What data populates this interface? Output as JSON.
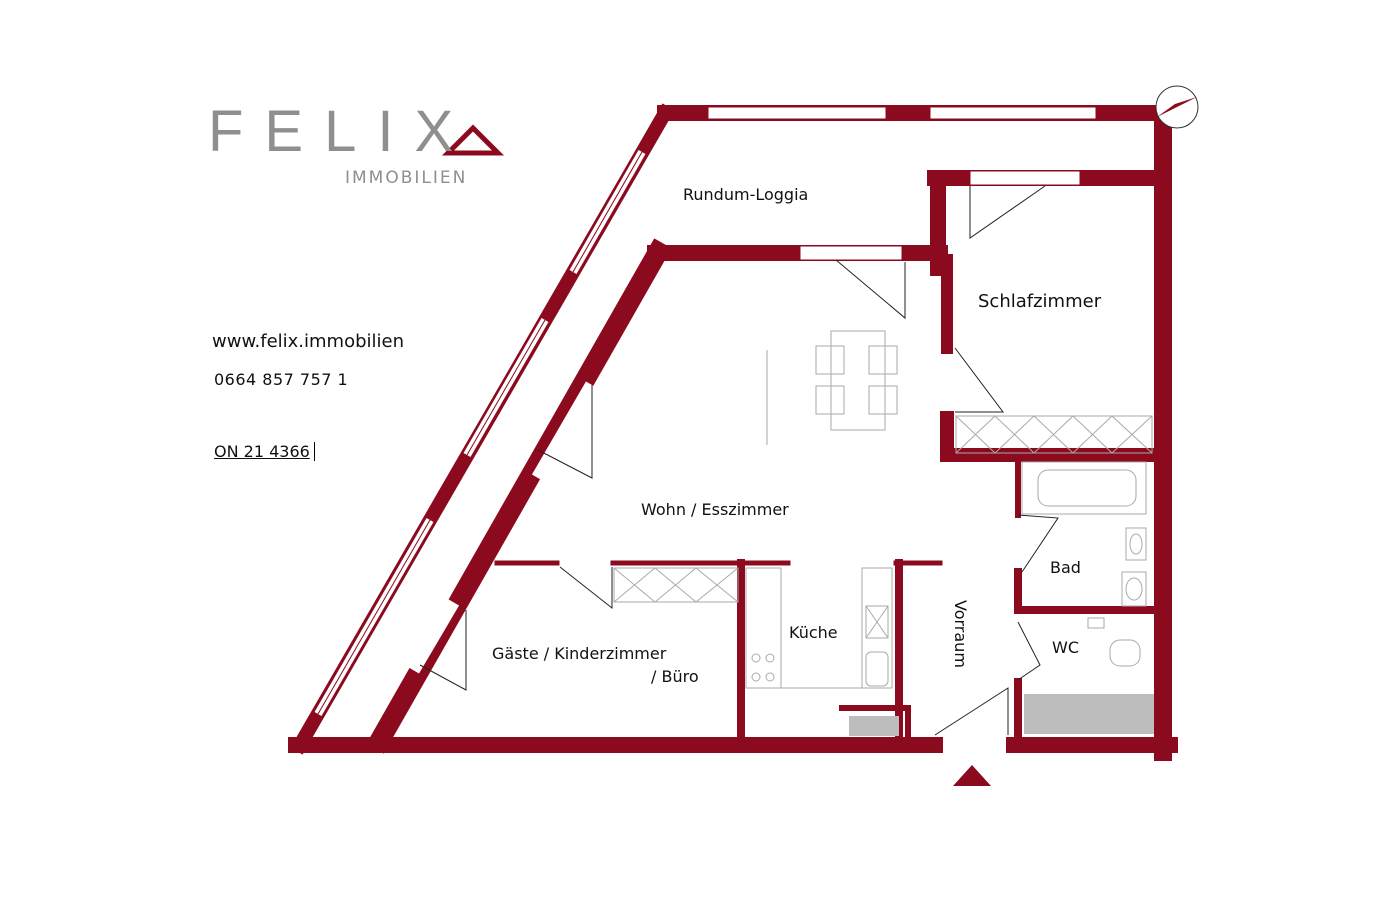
{
  "brand": {
    "name": "FELIX",
    "subtitle": "IMMOBILIEN",
    "accent_color": "#8b0a1e",
    "logo_gray": "#8f8f8f"
  },
  "contact": {
    "website": "www.felix.immobilien",
    "phone": "0664 857 757 1",
    "object_number": "ON 21 4366"
  },
  "rooms": {
    "loggia": "Rundum-Loggia",
    "schlafzimmer": "Schlafzimmer",
    "wohn_esszimmer": "Wohn / Esszimmer",
    "gaeste_line1": "Gäste / Kinderzimmer",
    "gaeste_line2": "/ Büro",
    "kueche": "Küche",
    "bad": "Bad",
    "wc": "WC",
    "vorraum": "Vorraum"
  },
  "icons": {
    "compass": "compass-needle-icon",
    "entrance": "entrance-triangle-icon"
  }
}
